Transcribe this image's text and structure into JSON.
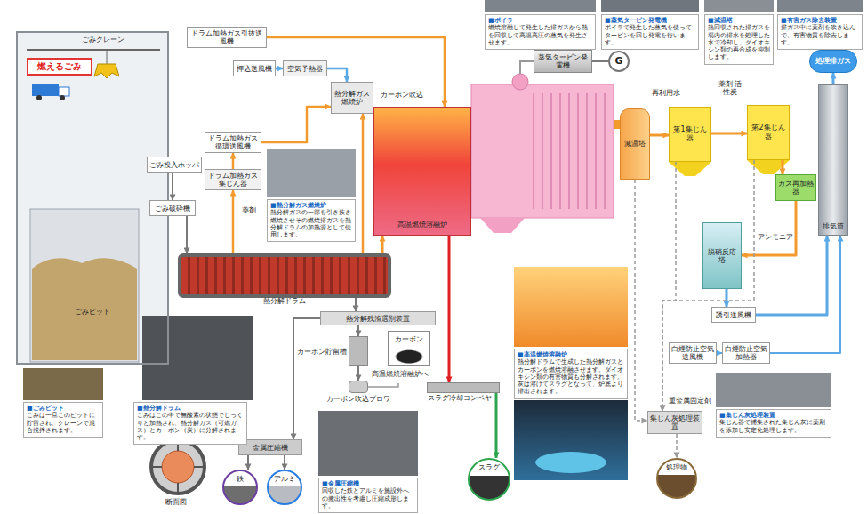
{
  "diagram": {
    "nodes": [
      {
        "text": [
          "ごみピット"
        ]
      },
      {
        "text": [
          "燃えるごみ"
        ],
        "in": 0
      },
      {
        "text": [
          "ごみ投入ホッパ"
        ]
      },
      {
        "text": [
          "ごみ破砕機"
        ]
      },
      {
        "text": [
          "ドラム加熱ガス引抜送風機"
        ]
      },
      {
        "text": [
          "押込送風機"
        ]
      },
      {
        "text": [
          "空気予熱器"
        ]
      },
      {
        "text": [
          "ドラム加熱ガス循環送風機"
        ]
      },
      {
        "text": [
          "ドラム加熱ガス集じん器"
        ]
      },
      {
        "text": [
          "熱分解ガス燃焼炉"
        ]
      },
      {
        "text": [
          "高温燃焼溶融炉"
        ]
      },
      {
        "text": [
          "蒸気タービン発電機"
        ]
      },
      {
        "text": [
          "G"
        ]
      },
      {
        "text": [
          "減温塔"
        ]
      },
      {
        "text": [
          "第1集じん器"
        ]
      },
      {
        "text": [
          "第2集じん器"
        ]
      },
      {
        "text": [
          "ガス再加熱器"
        ]
      },
      {
        "text": [
          "脱硝反応塔"
        ]
      },
      {
        "text": [
          "誘引送風機"
        ]
      },
      {
        "text": [
          "白煙防止空気送風機"
        ]
      },
      {
        "text": [
          "白煙防止空気加熱器"
        ]
      },
      {
        "text": [
          "排気筒"
        ]
      },
      {
        "text": [
          "処理排ガス"
        ]
      },
      {
        "text": [
          "熱分解ドラム"
        ]
      },
      {
        "text": [
          "熱分解残渣選別装置"
        ]
      },
      {
        "text": [
          "カーボン貯留槽"
        ]
      },
      {
        "text": [
          "カーボン"
        ]
      },
      {
        "text": [
          "カーボン吹込ブロワ"
        ]
      },
      {
        "text": [
          "金属圧縮機"
        ]
      },
      {
        "text": [
          "鉄"
        ]
      },
      {
        "text": [
          "アルミ"
        ]
      },
      {
        "text": [
          "スラグ冷却コンベヤ"
        ]
      },
      {
        "text": [
          "スラグ"
        ]
      },
      {
        "text": [
          "集じん灰処理装置"
        ]
      },
      {
        "text": [
          "処理物"
        ]
      },
      {
        "text": [
          "■ボイラ",
          "燃焼溶融して発生した排ガスから熱を回収して高温高圧の蒸気を発生させます。"
        ]
      },
      {
        "text": [
          "■蒸気タービン発電機",
          "ボイラで発生した蒸気を使ってタービンを回し発電を行います。"
        ]
      },
      {
        "text": [
          "■減温塔",
          "熱回収された排ガスを場内の排水を処理した水で冷却し、ダイオキシン類の再合成を抑制します。"
        ]
      },
      {
        "text": [
          "■有害ガス除去装置",
          "排ガス中に薬剤を吹き込んで、有害物質を除去します。"
        ]
      },
      {
        "text": [
          "■熱分解ガス燃焼炉",
          "熱分解ガスの一部を引き抜き燃焼させその燃焼排ガスを熱分解ドラムの加熱源として使用します。"
        ]
      },
      {
        "text": [
          "■ごみピット",
          "ごみは一旦このピットに貯留され、クレーンで混合撹拌されます。"
        ]
      },
      {
        "text": [
          "■熱分解ドラム",
          "ごみはこの中で無酸素の状態でじっくりと加熱され、熱分解ガス（可燃ガス）とカーボン（炭）に分解されます。"
        ]
      },
      {
        "text": [
          "■金属圧縮機",
          "回収した鉄とアルミを施設外への搬出性を考慮し圧縮成形します。"
        ]
      },
      {
        "text": [
          "■高温燃焼溶融炉",
          "熱分解ドラムで生成した熱分解ガスとカーボンを燃焼溶融させます。ダイオキシン類の有害物質も分解されます。灰は溶けてスラグとなって、炉底より排出されます。"
        ]
      },
      {
        "text": [
          "■集じん灰処理装置",
          "集じん器で捕集された集じん灰に薬剤を添加し安定化処理します。"
        ]
      }
    ],
    "edges": [
      {
        "from": 2,
        "to": 3,
        "arrow": "to"
      },
      {
        "from": 3,
        "to": 23,
        "arrow": "to"
      },
      {
        "from": 23,
        "to": 24,
        "arrow": "to"
      },
      {
        "from": 23,
        "to": 10,
        "arrow": "to"
      },
      {
        "from": 23,
        "to": 9,
        "arrow": "to"
      },
      {
        "from": 23,
        "to": 8,
        "arrow": "to"
      },
      {
        "from": 8,
        "to": 7,
        "arrow": "to"
      },
      {
        "from": 7,
        "to": 9,
        "arrow": "to"
      },
      {
        "from": 4,
        "to": 10,
        "arrow": "to"
      },
      {
        "from": 5,
        "to": 6,
        "arrow": "to"
      },
      {
        "from": 6,
        "to": 9,
        "arrow": "to"
      },
      {
        "from": 24,
        "to": 25,
        "arrow": "to"
      },
      {
        "from": 25,
        "to": 27,
        "arrow": "to"
      },
      {
        "from": 24,
        "to": 28,
        "arrow": "to"
      },
      {
        "from": 28,
        "to": 29,
        "arrow": "to"
      },
      {
        "from": 28,
        "to": 30,
        "arrow": "to"
      },
      {
        "from": 10,
        "to": 31,
        "arrow": "to"
      },
      {
        "from": 31,
        "to": 32,
        "arrow": "to"
      },
      {
        "from": 11,
        "to": 12,
        "arrow": "none"
      },
      {
        "from": 13,
        "to": 14,
        "arrow": "to"
      },
      {
        "from": 14,
        "to": 15,
        "arrow": "to"
      },
      {
        "from": 15,
        "to": 16,
        "arrow": "to"
      },
      {
        "from": 16,
        "to": 17,
        "arrow": "to"
      },
      {
        "from": 17,
        "to": 18,
        "arrow": "to"
      },
      {
        "from": 18,
        "to": 21,
        "arrow": "to"
      },
      {
        "from": 21,
        "to": 22,
        "arrow": "to"
      },
      {
        "from": 19,
        "to": 20,
        "arrow": "to"
      },
      {
        "from": 20,
        "to": 21,
        "arrow": "to"
      },
      {
        "from": 13,
        "to": 33,
        "arrow": "to"
      },
      {
        "from": 14,
        "to": 33,
        "arrow": "to"
      },
      {
        "from": 15,
        "to": 33,
        "arrow": "to"
      },
      {
        "from": 33,
        "to": 34,
        "arrow": "to"
      }
    ],
    "labels": [
      "ごみクレーン",
      "薬剤",
      "カーボン吹込",
      "再利用水",
      "薬剤 活性炭",
      "アンモニア",
      "重金属固定剤",
      "高温燃焼溶融炉へ",
      "断面図"
    ]
  }
}
